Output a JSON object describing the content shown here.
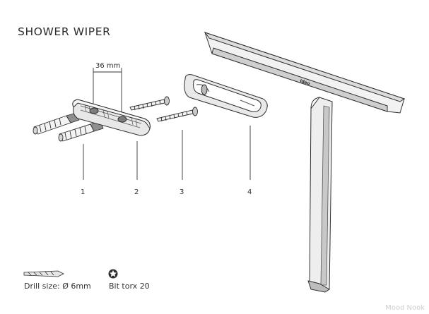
{
  "title": "SHOWER WIPER",
  "dimension_label": "36 mm",
  "parts": [
    "1",
    "2",
    "3",
    "4"
  ],
  "brand_on_wiper": "ideo",
  "tools": {
    "drill_label": "Drill size: Ø 6mm",
    "bit_label": "Bit torx 20"
  },
  "watermark": "Mood Nook",
  "colors": {
    "line": "#2e2e2e",
    "fill_light": "#f2f2f2",
    "fill_mid": "#dadada",
    "fill_dark": "#9a9a9a"
  }
}
